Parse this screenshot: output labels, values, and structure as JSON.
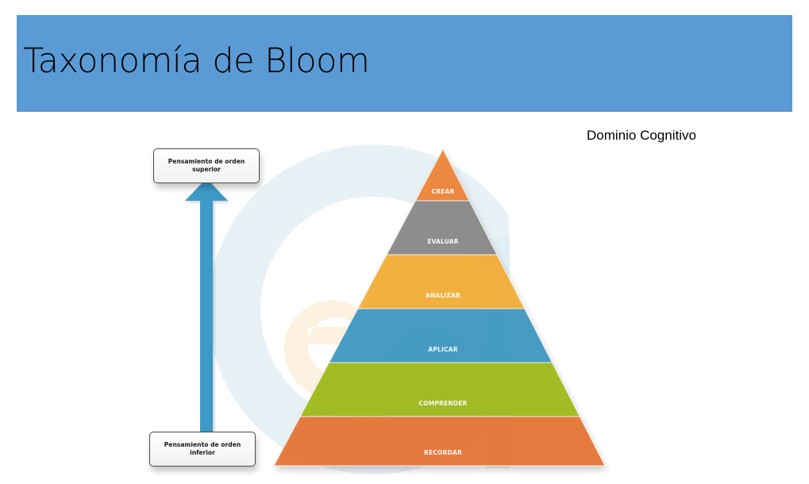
{
  "slide": {
    "title": "Taxonomía de Bloom",
    "subtitle": "Dominio Cognitivo",
    "title_band_color": "#5B9BD5"
  },
  "arrow": {
    "direction": "up",
    "color": "#3C9AC6",
    "top_label_line1": "Pensamiento de orden",
    "top_label_line2": "superior",
    "bottom_label_line1": "Pensamiento de orden",
    "bottom_label_line2": "inferior"
  },
  "pyramid": {
    "levels_top_to_bottom": [
      {
        "label": "CREAR",
        "color": "#EE8233"
      },
      {
        "label": "EVALUAR",
        "color": "#868686"
      },
      {
        "label": "ANALIZAR",
        "color": "#F2AC33"
      },
      {
        "label": "APLICAR",
        "color": "#3D97C2"
      },
      {
        "label": "COMPRENDER",
        "color": "#9DB91A"
      },
      {
        "label": "RECORDAR",
        "color": "#E57233"
      }
    ]
  },
  "watermark": {
    "text": "ed",
    "ring_color": "#E8F1F6",
    "e_color": "#FDF1E0",
    "d_color": "#E3EFF6"
  }
}
